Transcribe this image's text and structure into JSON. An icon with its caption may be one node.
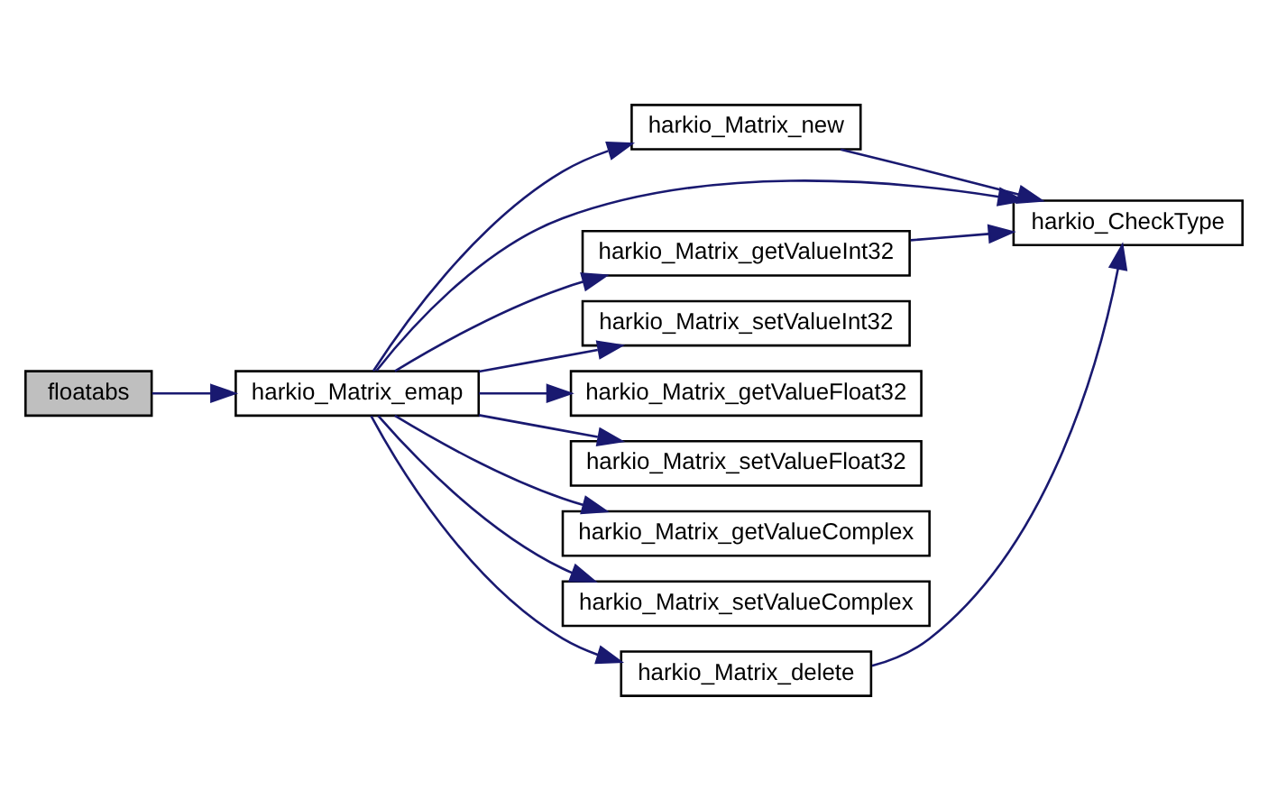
{
  "diagram": {
    "nodes": [
      {
        "text": [
          "floatabs"
        ]
      },
      {
        "text": [
          "harkio_Matrix_emap"
        ]
      },
      {
        "text": [
          "harkio_Matrix_new"
        ]
      },
      {
        "text": [
          "harkio_CheckType"
        ]
      },
      {
        "text": [
          "harkio_Matrix_getValueInt32"
        ]
      },
      {
        "text": [
          "harkio_Matrix_setValueInt32"
        ]
      },
      {
        "text": [
          "harkio_Matrix_getValueFloat32"
        ]
      },
      {
        "text": [
          "harkio_Matrix_setValueFloat32"
        ]
      },
      {
        "text": [
          "harkio_Matrix_getValueComplex"
        ]
      },
      {
        "text": [
          "harkio_Matrix_setValueComplex"
        ]
      },
      {
        "text": [
          "harkio_Matrix_delete"
        ]
      }
    ],
    "edges": [
      {
        "from": 0,
        "to": 1,
        "arrow": "to"
      },
      {
        "from": 1,
        "to": 2,
        "arrow": "to"
      },
      {
        "from": 1,
        "to": 3,
        "arrow": "to"
      },
      {
        "from": 1,
        "to": 4,
        "arrow": "to"
      },
      {
        "from": 1,
        "to": 5,
        "arrow": "to"
      },
      {
        "from": 1,
        "to": 6,
        "arrow": "to"
      },
      {
        "from": 1,
        "to": 7,
        "arrow": "to"
      },
      {
        "from": 1,
        "to": 8,
        "arrow": "to"
      },
      {
        "from": 1,
        "to": 9,
        "arrow": "to"
      },
      {
        "from": 1,
        "to": 10,
        "arrow": "to"
      },
      {
        "from": 2,
        "to": 3,
        "arrow": "to"
      },
      {
        "from": 4,
        "to": 3,
        "arrow": "to"
      },
      {
        "from": 10,
        "to": 3,
        "arrow": "to"
      }
    ]
  }
}
